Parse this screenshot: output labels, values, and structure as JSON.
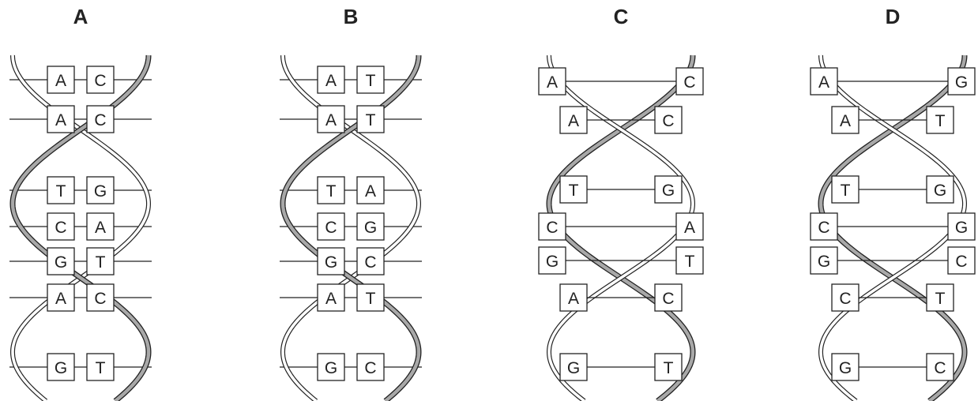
{
  "panels": [
    {
      "label": "A",
      "style": "compact",
      "pairs": [
        [
          "A",
          "C"
        ],
        [
          "A",
          "C"
        ],
        [
          "T",
          "G"
        ],
        [
          "C",
          "A"
        ],
        [
          "G",
          "T"
        ],
        [
          "A",
          "C"
        ],
        [
          "G",
          "T"
        ]
      ]
    },
    {
      "label": "B",
      "style": "compact",
      "pairs": [
        [
          "A",
          "T"
        ],
        [
          "A",
          "T"
        ],
        [
          "T",
          "A"
        ],
        [
          "C",
          "G"
        ],
        [
          "G",
          "C"
        ],
        [
          "A",
          "T"
        ],
        [
          "G",
          "C"
        ]
      ]
    },
    {
      "label": "C",
      "style": "wide",
      "pairs": [
        [
          "A",
          "C"
        ],
        [
          "A",
          "C"
        ],
        [
          "T",
          "G"
        ],
        [
          "C",
          "A"
        ],
        [
          "G",
          "T"
        ],
        [
          "A",
          "C"
        ],
        [
          "G",
          "T"
        ]
      ]
    },
    {
      "label": "D",
      "style": "wide",
      "pairs": [
        [
          "A",
          "G"
        ],
        [
          "A",
          "T"
        ],
        [
          "T",
          "G"
        ],
        [
          "C",
          "G"
        ],
        [
          "G",
          "C"
        ],
        [
          "C",
          "T"
        ],
        [
          "G",
          "C"
        ]
      ]
    }
  ],
  "colors": {
    "ink": "#222222",
    "shaded_strand": "#a8a8a8",
    "background": "#ffffff"
  }
}
